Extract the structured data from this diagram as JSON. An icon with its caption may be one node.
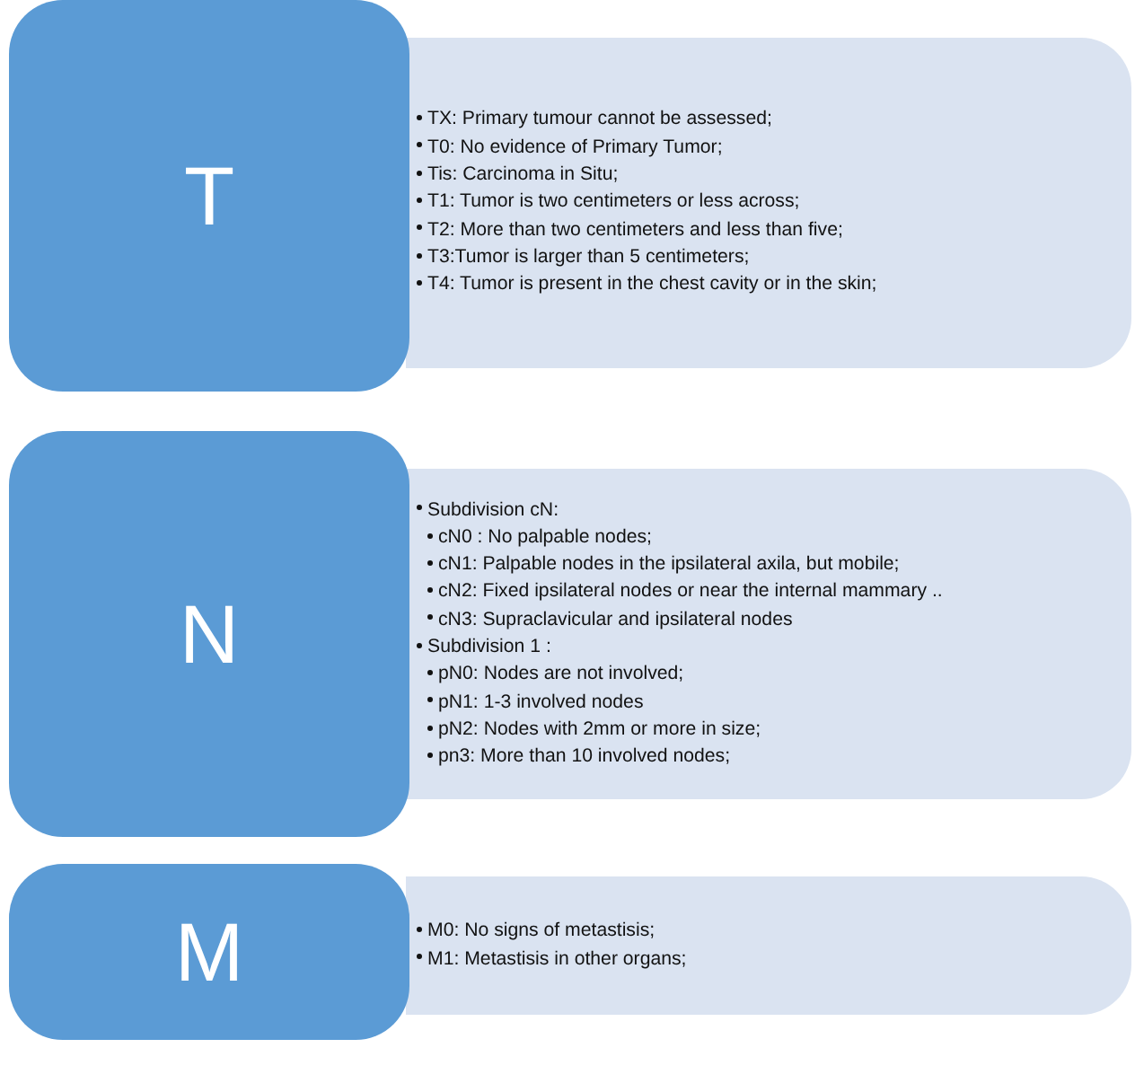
{
  "diagram": {
    "nodes": [
      {
        "text": [
          "T"
        ]
      },
      {
        "text": [
          "TX: Primary tumour cannot be assessed;",
          "T0: No evidence of Primary Tumor;",
          "Tis: Carcinoma in Situ;",
          "T1: Tumor is two centimeters or less across;",
          "T2: More than two centimeters and less than five;",
          "T3:Tumor is larger than 5 centimeters;",
          "T4: Tumor is present in the chest cavity or in the skin;"
        ]
      },
      {
        "text": [
          "N"
        ]
      },
      {
        "text": [
          "Subdivision cN:",
          "cN0 : No palpable nodes;",
          "cN1: Palpable nodes in the ipsilateral axila, but mobile;",
          "cN2: Fixed ipsilateral nodes or near the internal mammary ..",
          "cN3: Supraclavicular and ipsilateral nodes",
          "Subdivision 1 :",
          "pN0: Nodes are not involved;",
          "pN1: 1-3 involved nodes",
          "pN2: Nodes with 2mm or more in size;",
          "pn3: More than 10 involved nodes;"
        ]
      },
      {
        "text": [
          "M"
        ]
      },
      {
        "text": [
          "M0: No signs of metastisis;",
          "M1: Metastisis in other organs;"
        ]
      }
    ],
    "edges": []
  }
}
